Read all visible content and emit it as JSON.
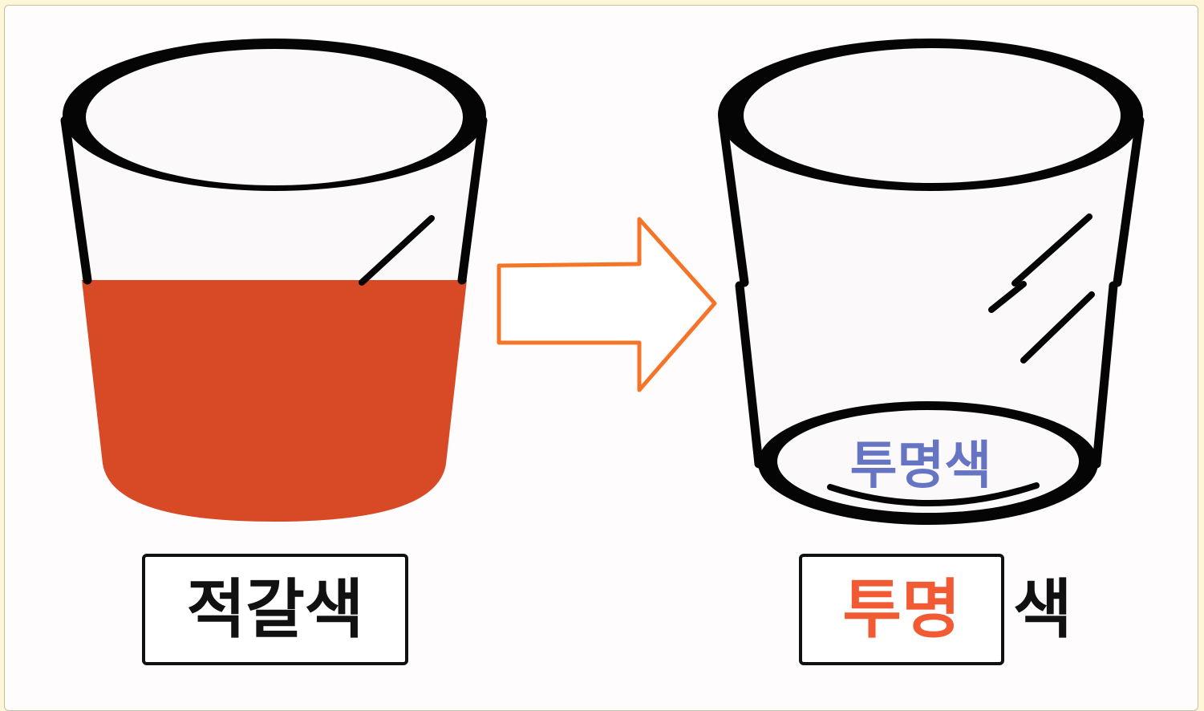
{
  "before": {
    "label": "적갈색",
    "label_color": "#111111",
    "liquid_color": "#d84a26"
  },
  "after": {
    "label_answer": "투명",
    "label_answer_color": "#f25a34",
    "label_suffix": "색",
    "label_suffix_color": "#111111",
    "inner_text": "투명색",
    "inner_text_color": "#6674c4"
  },
  "arrow": {
    "stroke_color": "#f47428",
    "fill_color": "#ffffff"
  },
  "icons": [
    "cup-with-reddish-brown-liquid-icon",
    "right-arrow-icon",
    "empty-transparent-cup-icon"
  ]
}
